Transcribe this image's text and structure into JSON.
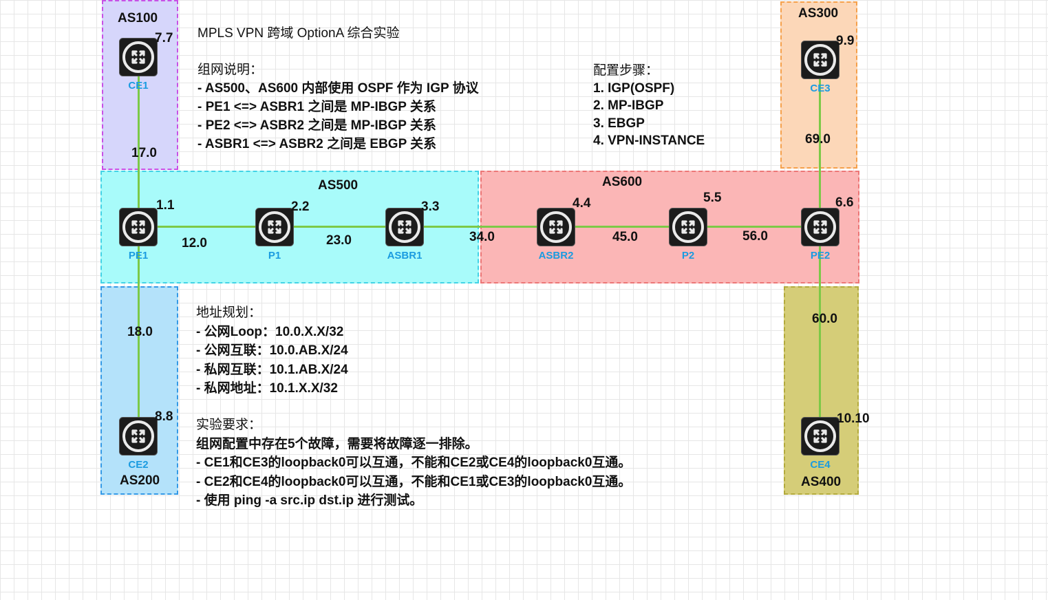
{
  "title": "MPLS VPN 跨域 OptionA 综合实验",
  "networking": {
    "heading": "组网说明：",
    "lines": [
      "- AS500、AS600 内部使用 OSPF 作为 IGP 协议",
      "- PE1 <=> ASBR1 之间是 MP-IBGP 关系",
      "- PE2 <=> ASBR2 之间是 MP-IBGP 关系",
      "- ASBR1 <=> ASBR2 之间是 EBGP 关系"
    ]
  },
  "steps": {
    "heading": "配置步骤：",
    "lines": [
      "1. IGP(OSPF)",
      "2. MP-IBGP",
      "3. EBGP",
      "4. VPN-INSTANCE"
    ]
  },
  "addressing": {
    "heading": "地址规划：",
    "lines": [
      "- 公网Loop：10.0.X.X/32",
      "- 公网互联：10.0.AB.X/24",
      "- 私网互联：10.1.AB.X/24",
      "- 私网地址：10.1.X.X/32"
    ]
  },
  "requirements": {
    "heading": "实验要求：",
    "lines": [
      "组网配置中存在5个故障，需要将故障逐一排除。",
      "- CE1和CE3的loopback0可以互通，不能和CE2或CE4的loopback0互通。",
      "- CE2和CE4的loopback0可以互通，不能和CE1或CE3的loopback0互通。",
      "- 使用 ping  -a  src.ip  dst.ip 进行测试。"
    ]
  },
  "areas": {
    "as100": "AS100",
    "as200": "AS200",
    "as300": "AS300",
    "as400": "AS400",
    "as500": "AS500",
    "as600": "AS600"
  },
  "devices": {
    "ce1": "CE1",
    "ce2": "CE2",
    "ce3": "CE3",
    "ce4": "CE4",
    "pe1": "PE1",
    "p1": "P1",
    "asbr1": "ASBR1",
    "asbr2": "ASBR2",
    "p2": "P2",
    "pe2": "PE2"
  },
  "addresses": {
    "ce1": "7.7",
    "ce2": "8.8",
    "ce3": "9.9",
    "ce4": "10.10",
    "pe1": "1.1",
    "p1": "2.2",
    "asbr1": "3.3",
    "asbr2": "4.4",
    "p2": "5.5",
    "pe2": "6.6",
    "net17": "17.0",
    "net18": "18.0",
    "net12": "12.0",
    "net23": "23.0",
    "net34": "34.0",
    "net45": "45.0",
    "net56": "56.0",
    "net69": "69.0",
    "net60": "60.0"
  },
  "colors": {
    "as100": "#d6d6fb",
    "as100_border": "#c850e6",
    "as200": "#b4e2fa",
    "as200_border": "#3399e6",
    "as300": "#fcd7b8",
    "as300_border": "#f5a04a",
    "as400": "#d5cd78",
    "as400_border": "#b3aa3c",
    "as500": "#a8fbfa",
    "as500_border": "#42d3e6",
    "as600": "#fbb6b6",
    "as600_border": "#ec7676",
    "link": "#7cc947",
    "device_label": "#1a9be0"
  },
  "icons": {
    "router": "router-icon"
  }
}
